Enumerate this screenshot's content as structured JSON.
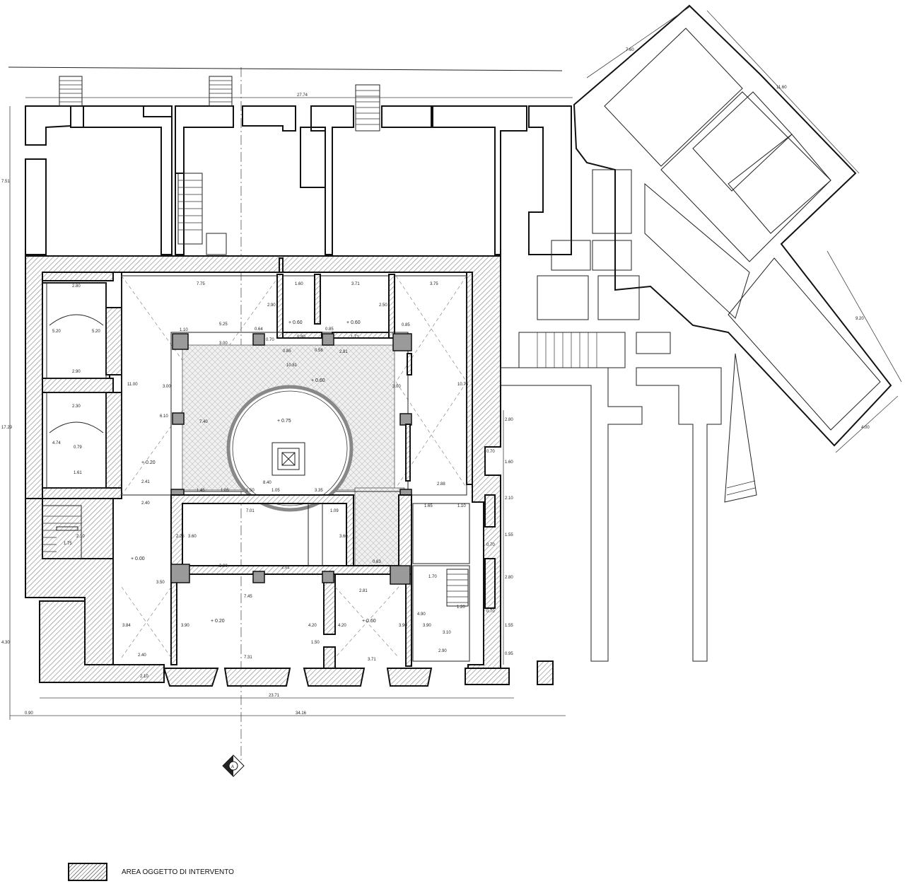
{
  "legend": {
    "label": "AREA OGGETTO DI INTERVENTO"
  },
  "section_marker": "A",
  "dimensions": {
    "top_total": "27.74",
    "bottom_inner": "23.71",
    "bottom_total": "34.16",
    "bottom_left_offset": "0.90",
    "left_total": "17.29",
    "left_upper": "7.51",
    "left_lower": "4.30",
    "wing_top": "7.60",
    "wing_side": "11.60",
    "wing_diag": "9.20",
    "wing_end": "4.00",
    "room_widths": [
      "2.80",
      "2.90",
      "2.30",
      "2.30",
      "7.75",
      "1.60",
      "3.71",
      "3.75"
    ],
    "court_dims": [
      "10.81",
      "11.00",
      "10.75",
      "8.40",
      "7.40",
      "3.00",
      "5.25",
      "1.10",
      "0.64",
      "0.85",
      "0.80",
      "0.70",
      "0.58",
      "1.71",
      "2.81",
      "0.85",
      "0.85"
    ],
    "lower_dims": [
      "7.01",
      "1.09",
      "3.00",
      "2.01",
      "7.45",
      "2.81",
      "7.31",
      "3.71",
      "2.90",
      "2.40",
      "2.10",
      "2.40",
      "2.10",
      "1.45",
      "1.05",
      "1.50",
      "1.05",
      "3.35",
      "2.50",
      "2.41",
      "0.63"
    ],
    "right_dims": [
      "2.88",
      "1.65",
      "1.10",
      "1.70",
      "1.20",
      "0.70",
      "1.60",
      "2.10",
      "1.55",
      "0.70",
      "2.80",
      "1.55",
      "0.70",
      "0.95",
      "2.80"
    ],
    "vertical_dims": [
      "5.20",
      "5.20",
      "4.74",
      "0.79",
      "1.61",
      "3.60",
      "3.60",
      "3.90",
      "3.50",
      "4.20",
      "4.20",
      "3.90",
      "4.90",
      "3.10",
      "3.84",
      "3.90",
      "2.25",
      "1.50",
      "1.75",
      "6.10",
      "3.00",
      "2.90",
      "3.00",
      "2.50"
    ]
  },
  "levels": {
    "court": "+ 0.60",
    "fountain": "+ 0.75",
    "room_left": "+ 0.20",
    "stair_hall": "+ 0.00",
    "room_lower": "+ 0.20",
    "room_lower_right": "+ 0.60",
    "room_top_mid": "+ 0.60"
  }
}
